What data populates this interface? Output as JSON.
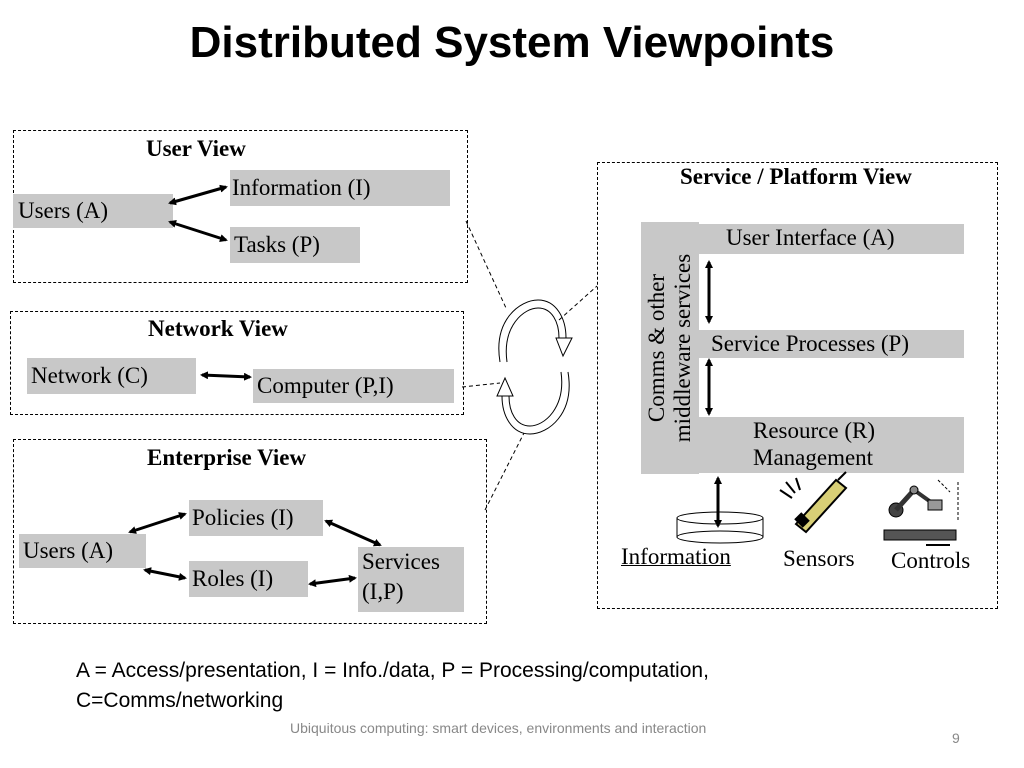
{
  "title": "Distributed System Viewpoints",
  "user_view": {
    "title": "User View",
    "users": "Users (A)",
    "information": "Information (I)",
    "tasks": "Tasks (P)"
  },
  "network_view": {
    "title": "Network View",
    "network": "Network  (C)",
    "computer": "Computer (P,I)"
  },
  "enterprise_view": {
    "title": "Enterprise View",
    "users": "Users (A)",
    "policies": "Policies (I)",
    "roles": "Roles (I)",
    "services_line1": "Services",
    "services_line2": "(I,P)"
  },
  "service_view": {
    "title": "Service / Platform View",
    "comms_line1": "Comms & other",
    "comms_line2": "middleware services",
    "user_interface": "User Interface (A)",
    "service_processes": "Service Processes (P)",
    "resource_line1": "Resource (R)",
    "resource_line2": "Management",
    "information": "Information",
    "sensors": "Sensors",
    "controls": "Controls"
  },
  "legend": {
    "line1": "A = Access/presentation, I = Info./data, P = Processing/computation,",
    "line2": "C=Comms/networking"
  },
  "footer": "Ubiquitous computing: smart devices, environments and interaction",
  "page_number": "9"
}
